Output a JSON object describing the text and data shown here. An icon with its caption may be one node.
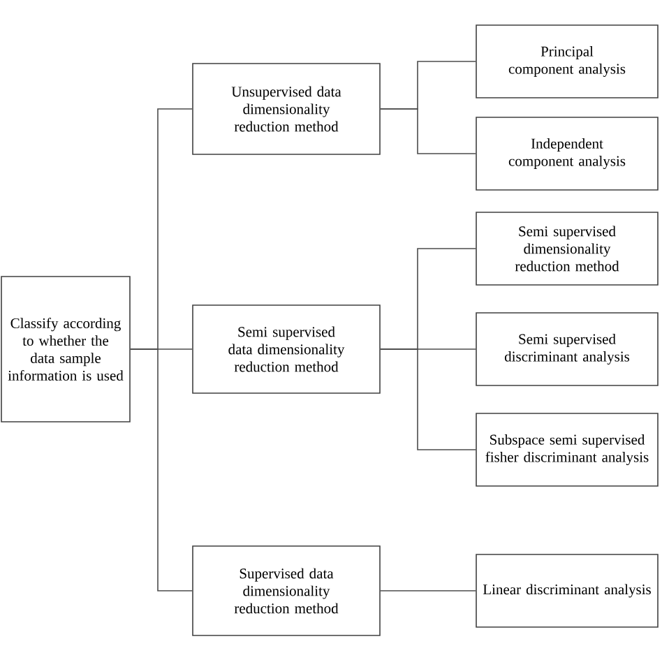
{
  "diagram": {
    "nodes": [
      {
        "text": [
          "Classify according to whether the data sample information is used"
        ]
      },
      {
        "text": [
          "Unsupervised data dimensionality reduction method"
        ]
      },
      {
        "text": [
          "Semi supervised data dimensionality reduction method"
        ]
      },
      {
        "text": [
          "Supervised data dimensionality reduction method"
        ]
      },
      {
        "text": [
          "Principal component analysis"
        ]
      },
      {
        "text": [
          "Independent component analysis"
        ]
      },
      {
        "text": [
          "Semi supervised dimensionality reduction method"
        ]
      },
      {
        "text": [
          "Semi supervised discriminant analysis"
        ]
      },
      {
        "text": [
          "Subspace semi supervised fisher discriminant analysis"
        ]
      },
      {
        "text": [
          "Linear discriminant analysis"
        ]
      }
    ],
    "edges": [
      {
        "from": 0,
        "to": 1,
        "arrow": "none"
      },
      {
        "from": 0,
        "to": 2,
        "arrow": "none"
      },
      {
        "from": 0,
        "to": 3,
        "arrow": "none"
      },
      {
        "from": 1,
        "to": 4,
        "arrow": "none"
      },
      {
        "from": 1,
        "to": 5,
        "arrow": "none"
      },
      {
        "from": 2,
        "to": 6,
        "arrow": "none"
      },
      {
        "from": 2,
        "to": 7,
        "arrow": "none"
      },
      {
        "from": 2,
        "to": 8,
        "arrow": "none"
      },
      {
        "from": 3,
        "to": 9,
        "arrow": "none"
      }
    ]
  }
}
